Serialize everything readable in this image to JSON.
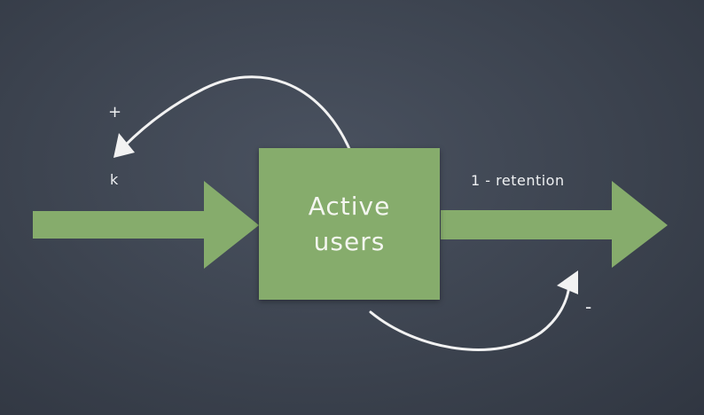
{
  "diagram": {
    "stock_label_line1": "Active",
    "stock_label_line2": "users",
    "inflow_sign": "+",
    "inflow_rate": "k",
    "outflow_rate": "1 - retention",
    "outflow_sign": "-"
  },
  "colors": {
    "background": "#3c434f",
    "stock_fill": "#86ac6c",
    "flow_arrow_fill": "#86ac6c",
    "chalk": "#f2f2f2"
  }
}
